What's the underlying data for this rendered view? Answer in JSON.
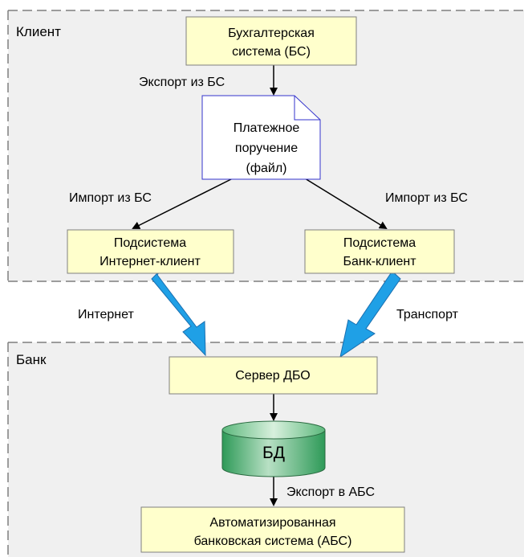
{
  "colors": {
    "zone_fill": "#f0f0f0",
    "zone_border": "#7f7f7f",
    "box_fill": "#ffffcc",
    "box_border": "#7f7f7f",
    "doc_border": "#3333cc",
    "arrow": "#000000",
    "transport_arrow": "#1fa0e6",
    "transport_arrow_edge": "#1a6fb0",
    "db_fill_light": "#b8e0c4",
    "db_fill_dark": "#2e9a58",
    "db_border": "#2a6a40"
  },
  "zones": {
    "client": "Клиент",
    "bank": "Банк"
  },
  "nodes": {
    "accounting": {
      "line1": "Бухгалтерская",
      "line2": "система (БС)"
    },
    "payment_doc": {
      "line1": "Платежное",
      "line2": "поручение",
      "line3": "(файл)"
    },
    "internet_client": {
      "line1": "Подсистема",
      "line2": "Интернет-клиент"
    },
    "bank_client": {
      "line1": "Подсистема",
      "line2": "Банк-клиент"
    },
    "dbo_server": {
      "label": "Сервер ДБО"
    },
    "database": {
      "label": "БД",
      "icon": "database-cylinder-icon"
    },
    "abs": {
      "line1": "Автоматизированная",
      "line2": "банковская система (АБС)"
    }
  },
  "edges": {
    "export_from_bs": "Экспорт из БС",
    "import_left": "Импорт из БС",
    "import_right": "Импорт из БС",
    "internet": "Интернет",
    "transport": "Транспорт",
    "export_to_abs": "Экспорт в АБС"
  }
}
